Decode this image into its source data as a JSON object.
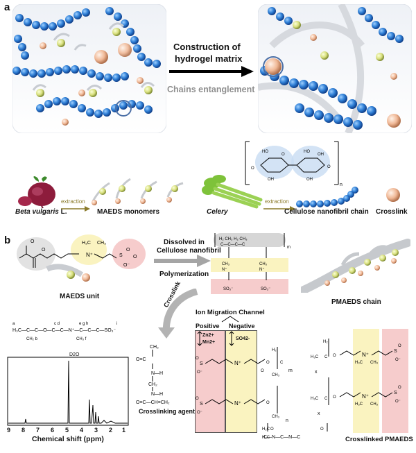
{
  "panel_a": {
    "letter": "a",
    "arrow_text_line1": "Construction of",
    "arrow_text_line2": "hydrogel matrix",
    "chains_entanglement": "Chains entanglement",
    "beta_vulgaris": "Beta vulgaris",
    "beta_suffix": " L.",
    "extraction1": "extraction",
    "maeds_monomers": "MAEDS monomers",
    "celery": "Celery",
    "extraction2": "extraction",
    "cellulose_chain": "Cellulose nanofibril chain",
    "crosslink": "Crosslink",
    "n_sub": "n"
  },
  "panel_b": {
    "letter": "b",
    "maeds_unit": "MAEDS unit",
    "dissolved_line1": "Dissolved in",
    "dissolved_line2": "Cellulose nanofibril",
    "polymerization": "Polymerization",
    "crosslink_arrow": "Crosslink",
    "pmaeds_chain": "PMAEDS chain",
    "ion_channel": "Ion Migration Channel",
    "positive": "Positive",
    "negative": "Negative",
    "zn": "Zn2+",
    "mn": "Mn2+",
    "so4": "SO42-",
    "crosslinking_agent": "Crosslinking agent",
    "crosslinked_pmaeds": "Crosslinked PMAEDS",
    "d2o": "D2O",
    "nmr_xlabel": "Chemical shift (ppm)",
    "nmr_ticks": [
      "9",
      "8",
      "7",
      "6",
      "5",
      "4",
      "3",
      "2",
      "1"
    ],
    "m_sub": "m",
    "n_sub": "n",
    "x_sub": "x"
  },
  "colors": {
    "blue_bead": "#2f7fd6",
    "pink_box": "#f4c4c4",
    "yellow_box": "#f8f1b8",
    "gray_box": "#d9d9d9",
    "olive_text": "#8a7a2a"
  }
}
